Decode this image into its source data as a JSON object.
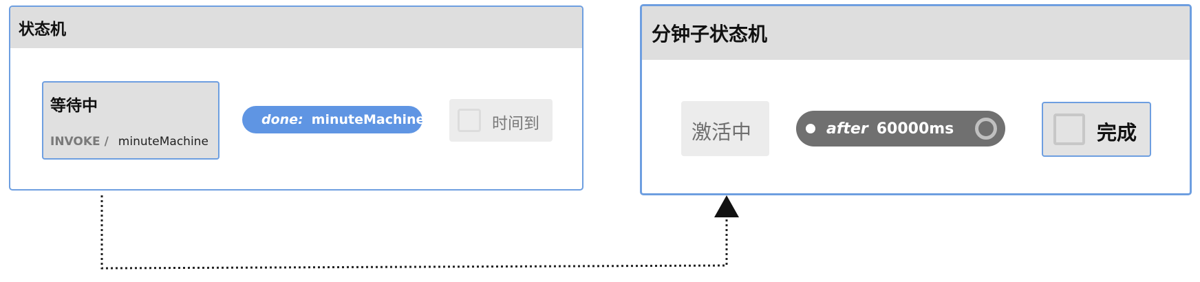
{
  "colors": {
    "border": "#6d9ee0",
    "header_bg": "#dedede",
    "active_state_bg": "#e0e0e0",
    "inactive_state_bg": "#ececec",
    "done_pill": "#5f95e3",
    "done_dot": "#37e08a",
    "after_pill": "#707070"
  },
  "parent_machine": {
    "title": "状态机",
    "states": {
      "waiting": {
        "title": "等待中",
        "invoke_label": "INVOKE /",
        "invoke_src": "minuteMachine"
      },
      "timeout": {
        "title": "时间到"
      }
    },
    "transition": {
      "keyword": "done:",
      "target": "minuteMachine"
    }
  },
  "child_machine": {
    "title": "分钟子状态机",
    "states": {
      "active": {
        "title": "激活中"
      },
      "finished": {
        "title": "完成"
      }
    },
    "transition": {
      "keyword": "after",
      "delay": "60000ms"
    }
  }
}
